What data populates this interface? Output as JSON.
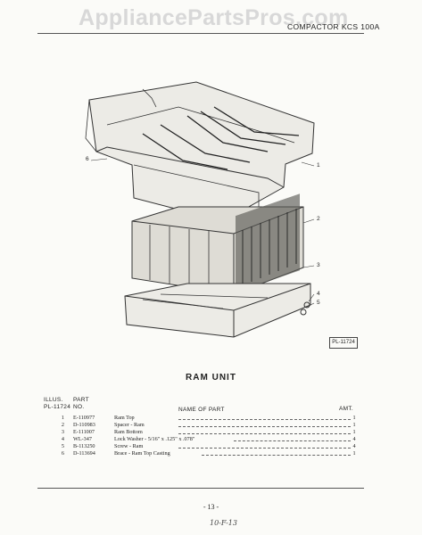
{
  "watermark": "AppliancePartsPros.com",
  "header": "COMPACTOR KCS 100A",
  "figure_label": "PL-11724",
  "callouts": [
    "6",
    "1",
    "2",
    "3",
    "4",
    "5"
  ],
  "title": "RAM UNIT",
  "columns": {
    "illus_l1": "ILLUS.",
    "illus_l2": "PL-11724",
    "part_l1": "PART",
    "part_l2": "NO.",
    "name": "NAME OF PART",
    "amt": "AMT."
  },
  "parts": [
    {
      "illus": "1",
      "part": "E-110977",
      "name": "Ram Top",
      "amt": "1"
    },
    {
      "illus": "2",
      "part": "D-110983",
      "name": "Spacer - Ram",
      "amt": "1"
    },
    {
      "illus": "3",
      "part": "E-111007",
      "name": "Ram Bottom",
      "amt": "1"
    },
    {
      "illus": "4",
      "part": "WL-347",
      "name": "Lock Washer - 5/16\" x .125\" x .078\"",
      "amt": "4"
    },
    {
      "illus": "5",
      "part": "B-113250",
      "name": "Screw - Ram",
      "amt": "4"
    },
    {
      "illus": "6",
      "part": "D-113694",
      "name": "Brace - Ram Top Casting",
      "amt": "1"
    }
  ],
  "page_number": "- 13 -",
  "handwritten": "10-F-13"
}
